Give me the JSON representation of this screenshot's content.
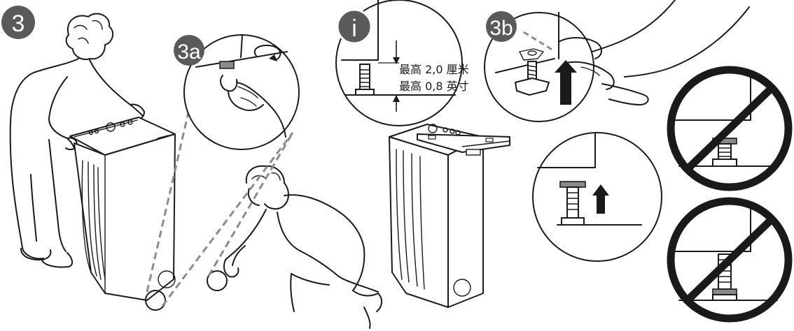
{
  "step_badges": {
    "main": "3",
    "detail_a": "3a",
    "detail_b": "3b",
    "info": "i"
  },
  "spec": {
    "line1": "最高 2,0 厘米",
    "line2": "最高 0,8 英寸"
  },
  "colors": {
    "badge_fill": "#5a5a5a",
    "line": "#1a1a1a",
    "leg_nut": "#8a8a8a",
    "dashed": "#8c8c8c"
  }
}
